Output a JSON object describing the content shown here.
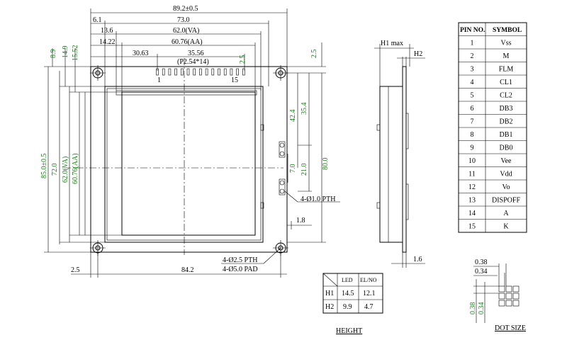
{
  "front_view": {
    "dims_top": [
      "89.2±0.5",
      "6.1",
      "73.0",
      "13.6",
      "62.0(VA)",
      "14.22",
      "60.76(AA)",
      "30.63",
      "35.56",
      "(P2.54*14)",
      "2.5"
    ],
    "pin_first": "1",
    "pin_last": "15",
    "dims_left": [
      "8.9",
      "14.9",
      "15.52",
      "85.0±0.5",
      "72.0",
      "62.0(VA)",
      "60.76(AA)"
    ],
    "dims_right": [
      "2.5",
      "42.4",
      "35.4",
      "80.0",
      "21.0",
      "7.0"
    ],
    "dims_bottom": [
      "2.5",
      "84.2",
      "1.8"
    ],
    "notes": [
      "4-Ø1.0 PTH",
      "4-Ø2.5 PTH",
      "4-Ø5.0 PAD"
    ]
  },
  "side_view": {
    "h1_label": "H1 max",
    "h2_label": "H2",
    "dim_bottom": "1.6"
  },
  "height_table": {
    "caption": "HEIGHT",
    "headers": [
      "LED",
      "EL/NO"
    ],
    "rows": [
      {
        "label": "H1",
        "led": "14.5",
        "elno": "12.1"
      },
      {
        "label": "H2",
        "led": "9.9",
        "elno": "4.7"
      }
    ]
  },
  "pin_table": {
    "headers": [
      "PIN NO.",
      "SYMBOL"
    ],
    "rows": [
      {
        "pin": "1",
        "symbol": "Vss"
      },
      {
        "pin": "2",
        "symbol": "M"
      },
      {
        "pin": "3",
        "symbol": "FLM"
      },
      {
        "pin": "4",
        "symbol": "CL1"
      },
      {
        "pin": "5",
        "symbol": "CL2"
      },
      {
        "pin": "6",
        "symbol": "DB3"
      },
      {
        "pin": "7",
        "symbol": "DB2"
      },
      {
        "pin": "8",
        "symbol": "DB1"
      },
      {
        "pin": "9",
        "symbol": "DB0"
      },
      {
        "pin": "10",
        "symbol": "Vee"
      },
      {
        "pin": "11",
        "symbol": "Vdd"
      },
      {
        "pin": "12",
        "symbol": "Vo"
      },
      {
        "pin": "13",
        "symbol": "DISPOFF"
      },
      {
        "pin": "14",
        "symbol": "A"
      },
      {
        "pin": "15",
        "symbol": "K"
      }
    ]
  },
  "dot_size": {
    "caption": "DOT SIZE",
    "dims_top": [
      "0.38",
      "0.34"
    ],
    "dims_left": [
      "0.38",
      "0.34"
    ]
  },
  "colors": {
    "line": "#000000",
    "dimension_green": "#1a7f1a",
    "background": "#ffffff"
  }
}
